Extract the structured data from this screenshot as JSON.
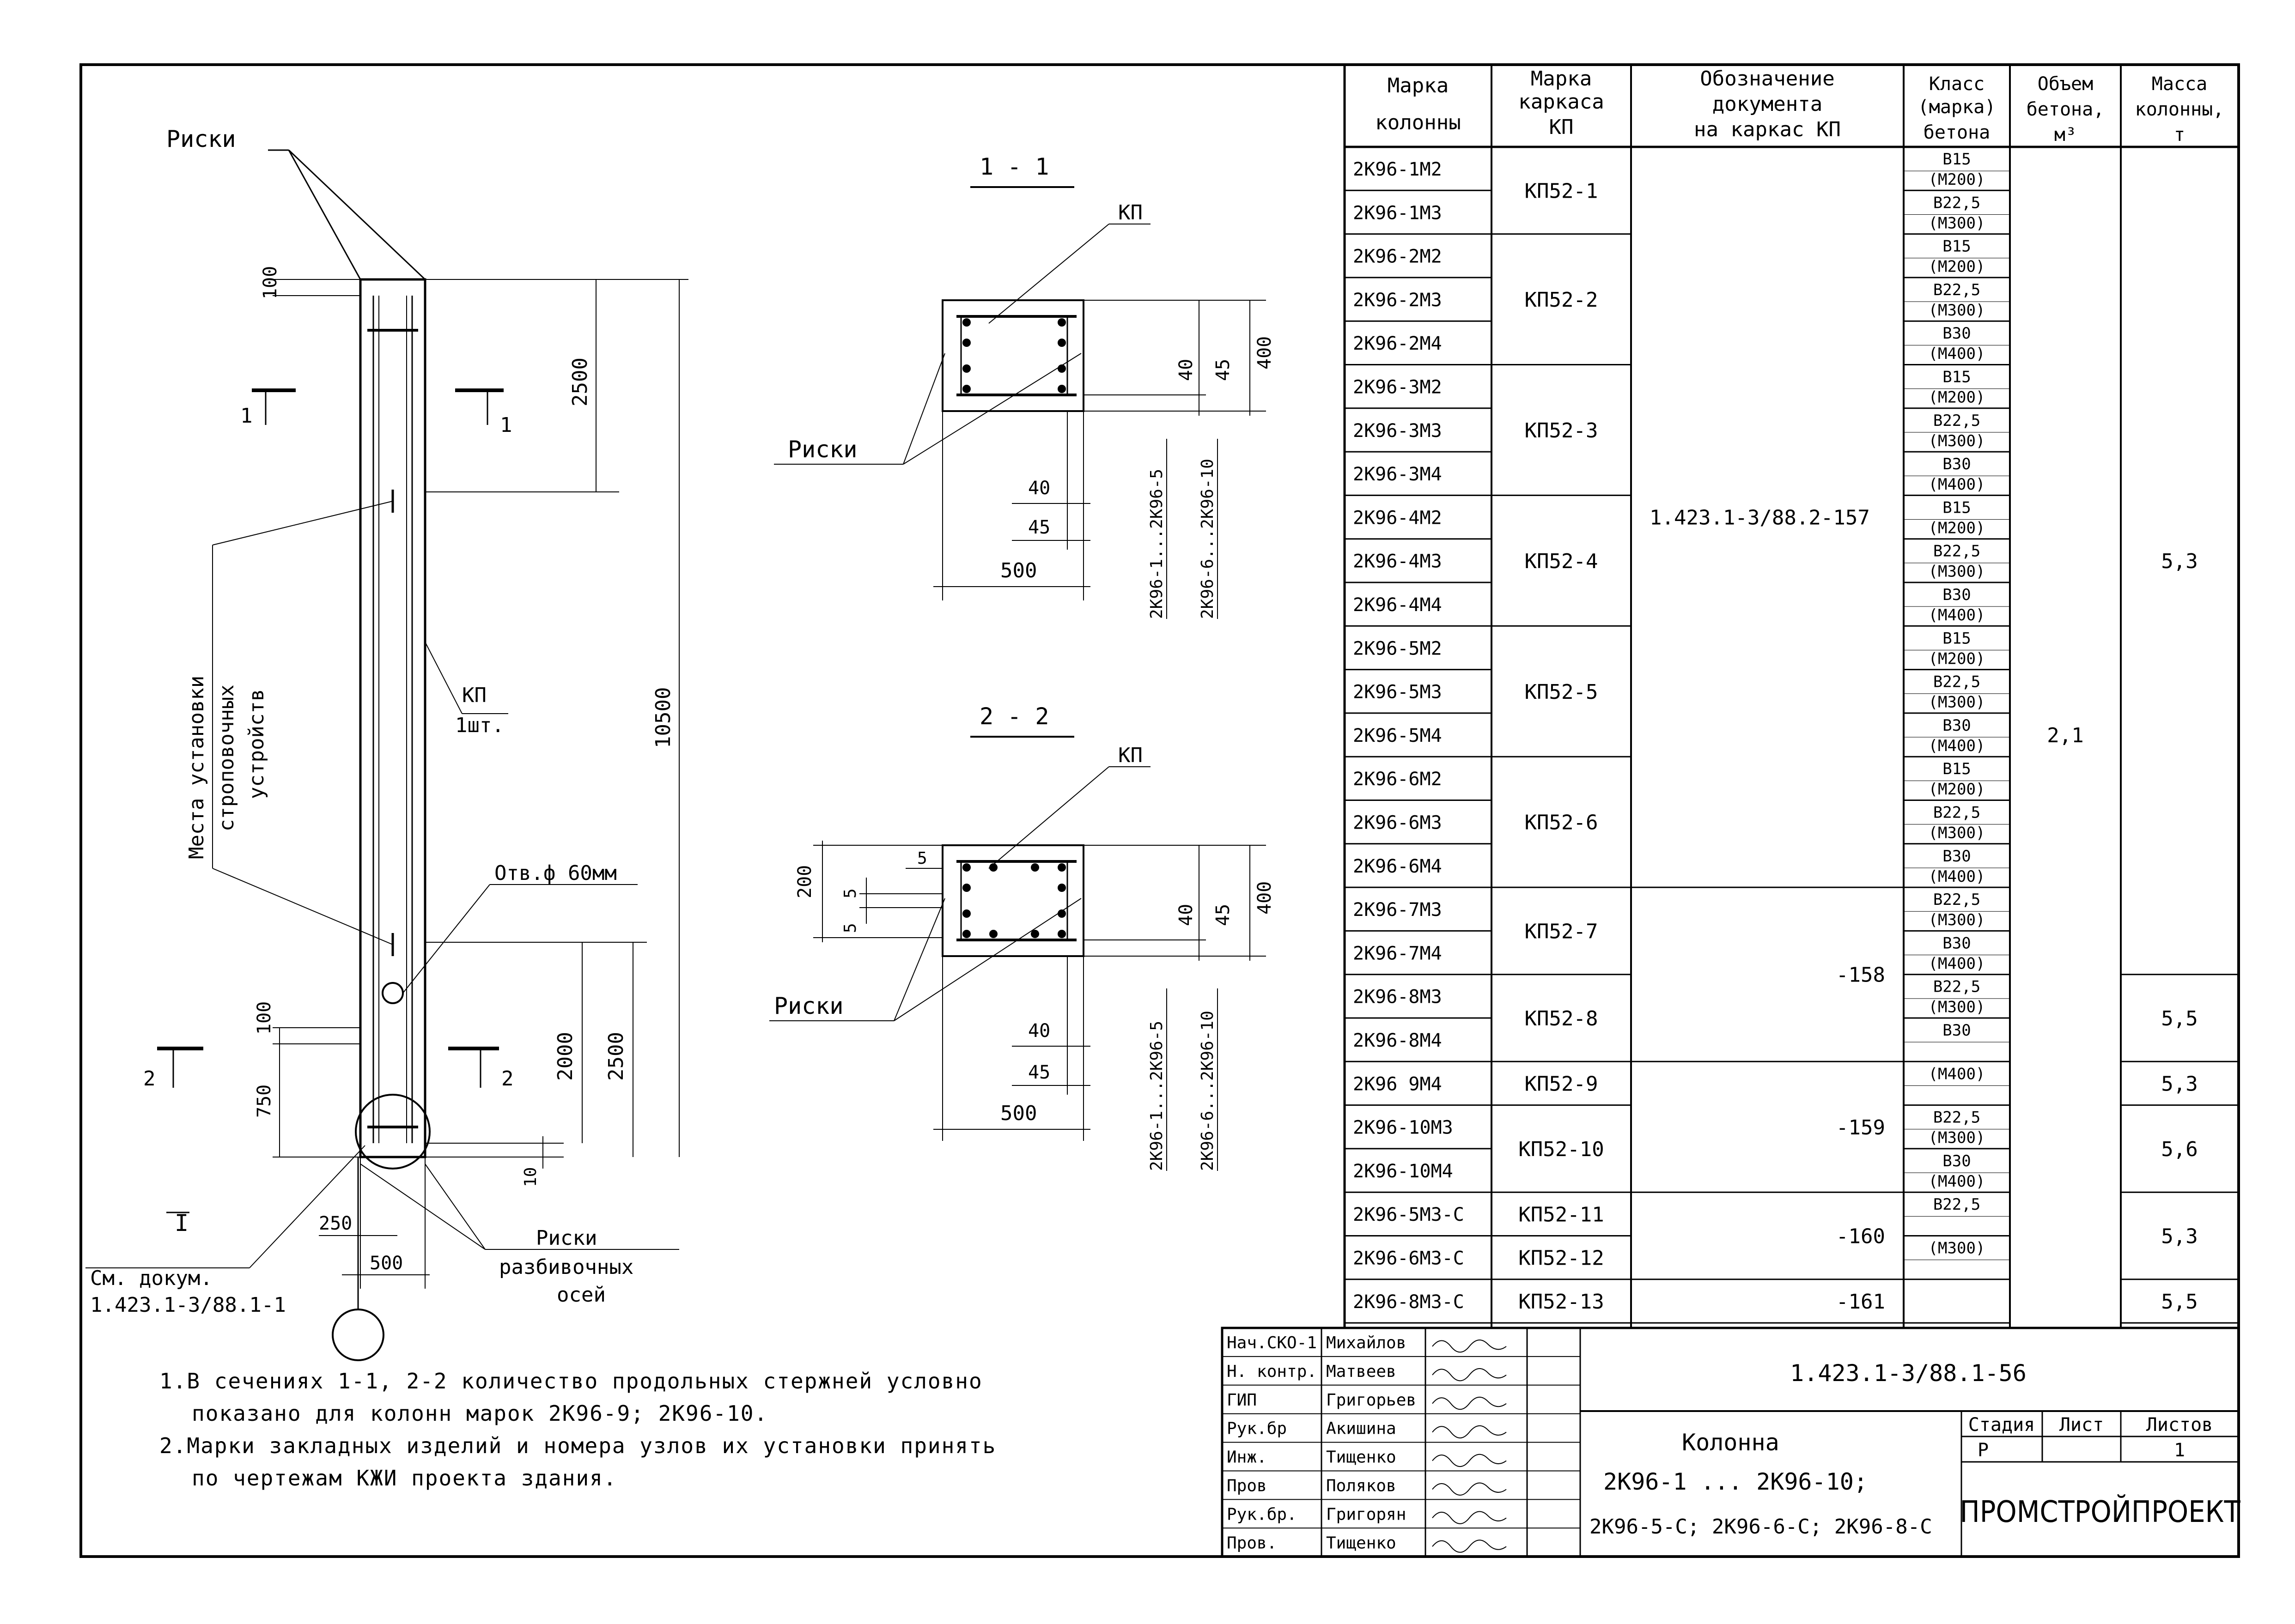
{
  "drawing": {
    "label_riski": "Риски",
    "label_kp": "КП",
    "label_kp_1sht": "1шт.",
    "label_mesta_1": "Места установки",
    "label_mesta_2": "строповочных",
    "label_mesta_3": "устройств",
    "label_otv": "Отв.ф 60мм",
    "label_sm_dokum": "См. докум.",
    "label_doc_ref": "1.423.1-3/88.1-1",
    "label_riski_razb_1": "Риски",
    "label_riski_razb_2": "разбивочных",
    "label_riski_razb_3": "осей",
    "label_node": "I",
    "sec1_mark": "1",
    "sec2_mark": "2",
    "dim_100_top": "100",
    "dim_2500_top": "2500",
    "dim_10500": "10500",
    "dim_100_bot": "100",
    "dim_750": "750",
    "dim_2000": "2000",
    "dim_2500_bot": "2500",
    "dim_10": "10",
    "dim_250": "250",
    "dim_500": "500"
  },
  "section_1_1": {
    "title": "1 - 1",
    "label_kp": "КП",
    "label_riski": "Риски",
    "dim_40_a": "40",
    "dim_45_a": "45",
    "dim_400": "400",
    "dim_40_b": "40",
    "dim_45_b": "45",
    "dim_500": "500",
    "range_1": "2К96-1...2К96-5",
    "range_2": "2К96-6...2К96-10"
  },
  "section_2_2": {
    "title": "2 - 2",
    "label_kp": "КП",
    "label_riski": "Риски",
    "dim_200": "200",
    "dim_5_a": "5",
    "dim_5_b": "5",
    "dim_5_c": "5",
    "dim_40_a": "40",
    "dim_45_a": "45",
    "dim_400": "400",
    "dim_40_b": "40",
    "dim_45_b": "45",
    "dim_500": "500",
    "range_1": "2К96-1...2К96-5",
    "range_2": "2К96-6...2К96-10"
  },
  "table": {
    "headers": {
      "col1": [
        "Марка",
        "колонны"
      ],
      "col2": [
        "Марка",
        "каркаса",
        "КП"
      ],
      "col3": [
        "Обозначение",
        "документа",
        "на каркас КП"
      ],
      "col4": [
        "Класс",
        "(марка)",
        "бетона"
      ],
      "col5": [
        "Объем",
        "бетона,",
        "м³"
      ],
      "col6": [
        "Масса",
        "колонны,",
        "т"
      ]
    },
    "rows": [
      {
        "mark": "2К96-1М2",
        "cls": [
          "В15",
          "(М200)"
        ]
      },
      {
        "mark": "2К96-1М3",
        "cls": [
          "В22,5",
          "(М300)"
        ]
      },
      {
        "mark": "2К96-2М2",
        "cls": [
          "В15",
          "(М200)"
        ]
      },
      {
        "mark": "2К96-2М3",
        "cls": [
          "В22,5",
          "(М300)"
        ]
      },
      {
        "mark": "2К96-2М4",
        "cls": [
          "В30",
          "(М400)"
        ]
      },
      {
        "mark": "2К96-3М2",
        "cls": [
          "В15",
          "(М200)"
        ]
      },
      {
        "mark": "2К96-3М3",
        "cls": [
          "В22,5",
          "(М300)"
        ]
      },
      {
        "mark": "2К96-3М4",
        "cls": [
          "В30",
          "(М400)"
        ]
      },
      {
        "mark": "2К96-4М2",
        "cls": [
          "В15",
          "(М200)"
        ]
      },
      {
        "mark": "2К96-4М3",
        "cls": [
          "В22,5",
          "(М300)"
        ]
      },
      {
        "mark": "2К96-4М4",
        "cls": [
          "В30",
          "(М400)"
        ]
      },
      {
        "mark": "2К96-5М2",
        "cls": [
          "В15",
          "(М200)"
        ]
      },
      {
        "mark": "2К96-5М3",
        "cls": [
          "В22,5",
          "(М300)"
        ]
      },
      {
        "mark": "2К96-5М4",
        "cls": [
          "В30",
          "(М400)"
        ]
      },
      {
        "mark": "2К96-6М2",
        "cls": [
          "В15",
          "(М200)"
        ]
      },
      {
        "mark": "2К96-6М3",
        "cls": [
          "В22,5",
          "(М300)"
        ]
      },
      {
        "mark": "2К96-6М4",
        "cls": [
          "В30",
          "(М400)"
        ]
      },
      {
        "mark": "2К96-7М3",
        "cls": [
          "В22,5",
          "(М300)"
        ]
      },
      {
        "mark": "2К96-7М4",
        "cls": [
          "В30",
          "(М400)"
        ]
      },
      {
        "mark": "2К96-8М3",
        "cls": [
          "В22,5",
          "(М300)"
        ]
      },
      {
        "mark": "2К96-8М4",
        "cls": [
          "В30",
          ""
        ]
      },
      {
        "mark": "2К96 9М4",
        "cls": [
          "(М400)",
          ""
        ]
      },
      {
        "mark": "2К96-10М3",
        "cls": [
          "В22,5",
          "(М300)"
        ]
      },
      {
        "mark": "2К96-10М4",
        "cls": [
          "В30",
          "(М400)"
        ]
      },
      {
        "mark": "2К96-5М3-С",
        "cls": [
          "В22,5",
          ""
        ]
      },
      {
        "mark": "2К96-6М3-С",
        "cls": [
          "(М300)",
          ""
        ]
      },
      {
        "mark": "2К96-8М3-С",
        "cls": [
          "",
          ""
        ]
      }
    ],
    "frames": [
      "КП52-1",
      "КП52-2",
      "КП52-3",
      "КП52-4",
      "КП52-5",
      "КП52-6",
      "КП52-7",
      "КП52-8",
      "КП52-9",
      "КП52-10",
      "КП52-11",
      "КП52-12",
      "КП52-13"
    ],
    "docs": [
      "1.423.1-3/88.2-157",
      "-158",
      "-159",
      "-160",
      "-161"
    ],
    "volume": "2,1",
    "mass": [
      "5,3",
      "5,5",
      "5,3",
      "5,6",
      "5,3",
      "5,5"
    ]
  },
  "notes": [
    "1.В сечениях 1-1, 2-2 количество продольных стержней условно",
    "показано для колонн марок 2К96-9; 2К96-10.",
    "2.Марки закладных изделий и номера узлов их установки принять",
    "по чертежам КЖИ проекта здания."
  ],
  "stamp": {
    "roles": [
      "Нач.СКО-1",
      "Н. контр.",
      "ГИП",
      "Рук.бр",
      "Инж.",
      "Пров",
      "Рук.бр.",
      "Пров."
    ],
    "names": [
      "Михайлов",
      "Матвеев",
      "Григорьев",
      "Акишина",
      "Тищенко",
      "Поляков",
      "Григорян",
      "Тищенко"
    ],
    "doc_code": "1.423.1-3/88.1-56",
    "title_1": "Колонна",
    "title_2": "2К96-1 ... 2К96-10;",
    "title_3": "2К96-5-С; 2К96-6-С; 2К96-8-С",
    "stage_h": "Стадия",
    "sheet_h": "Лист",
    "sheets_h": "Листов",
    "stage": "Р",
    "sheet": "",
    "sheets": "1",
    "org": "ПРОМСТРОЙПРОЕКТ"
  }
}
